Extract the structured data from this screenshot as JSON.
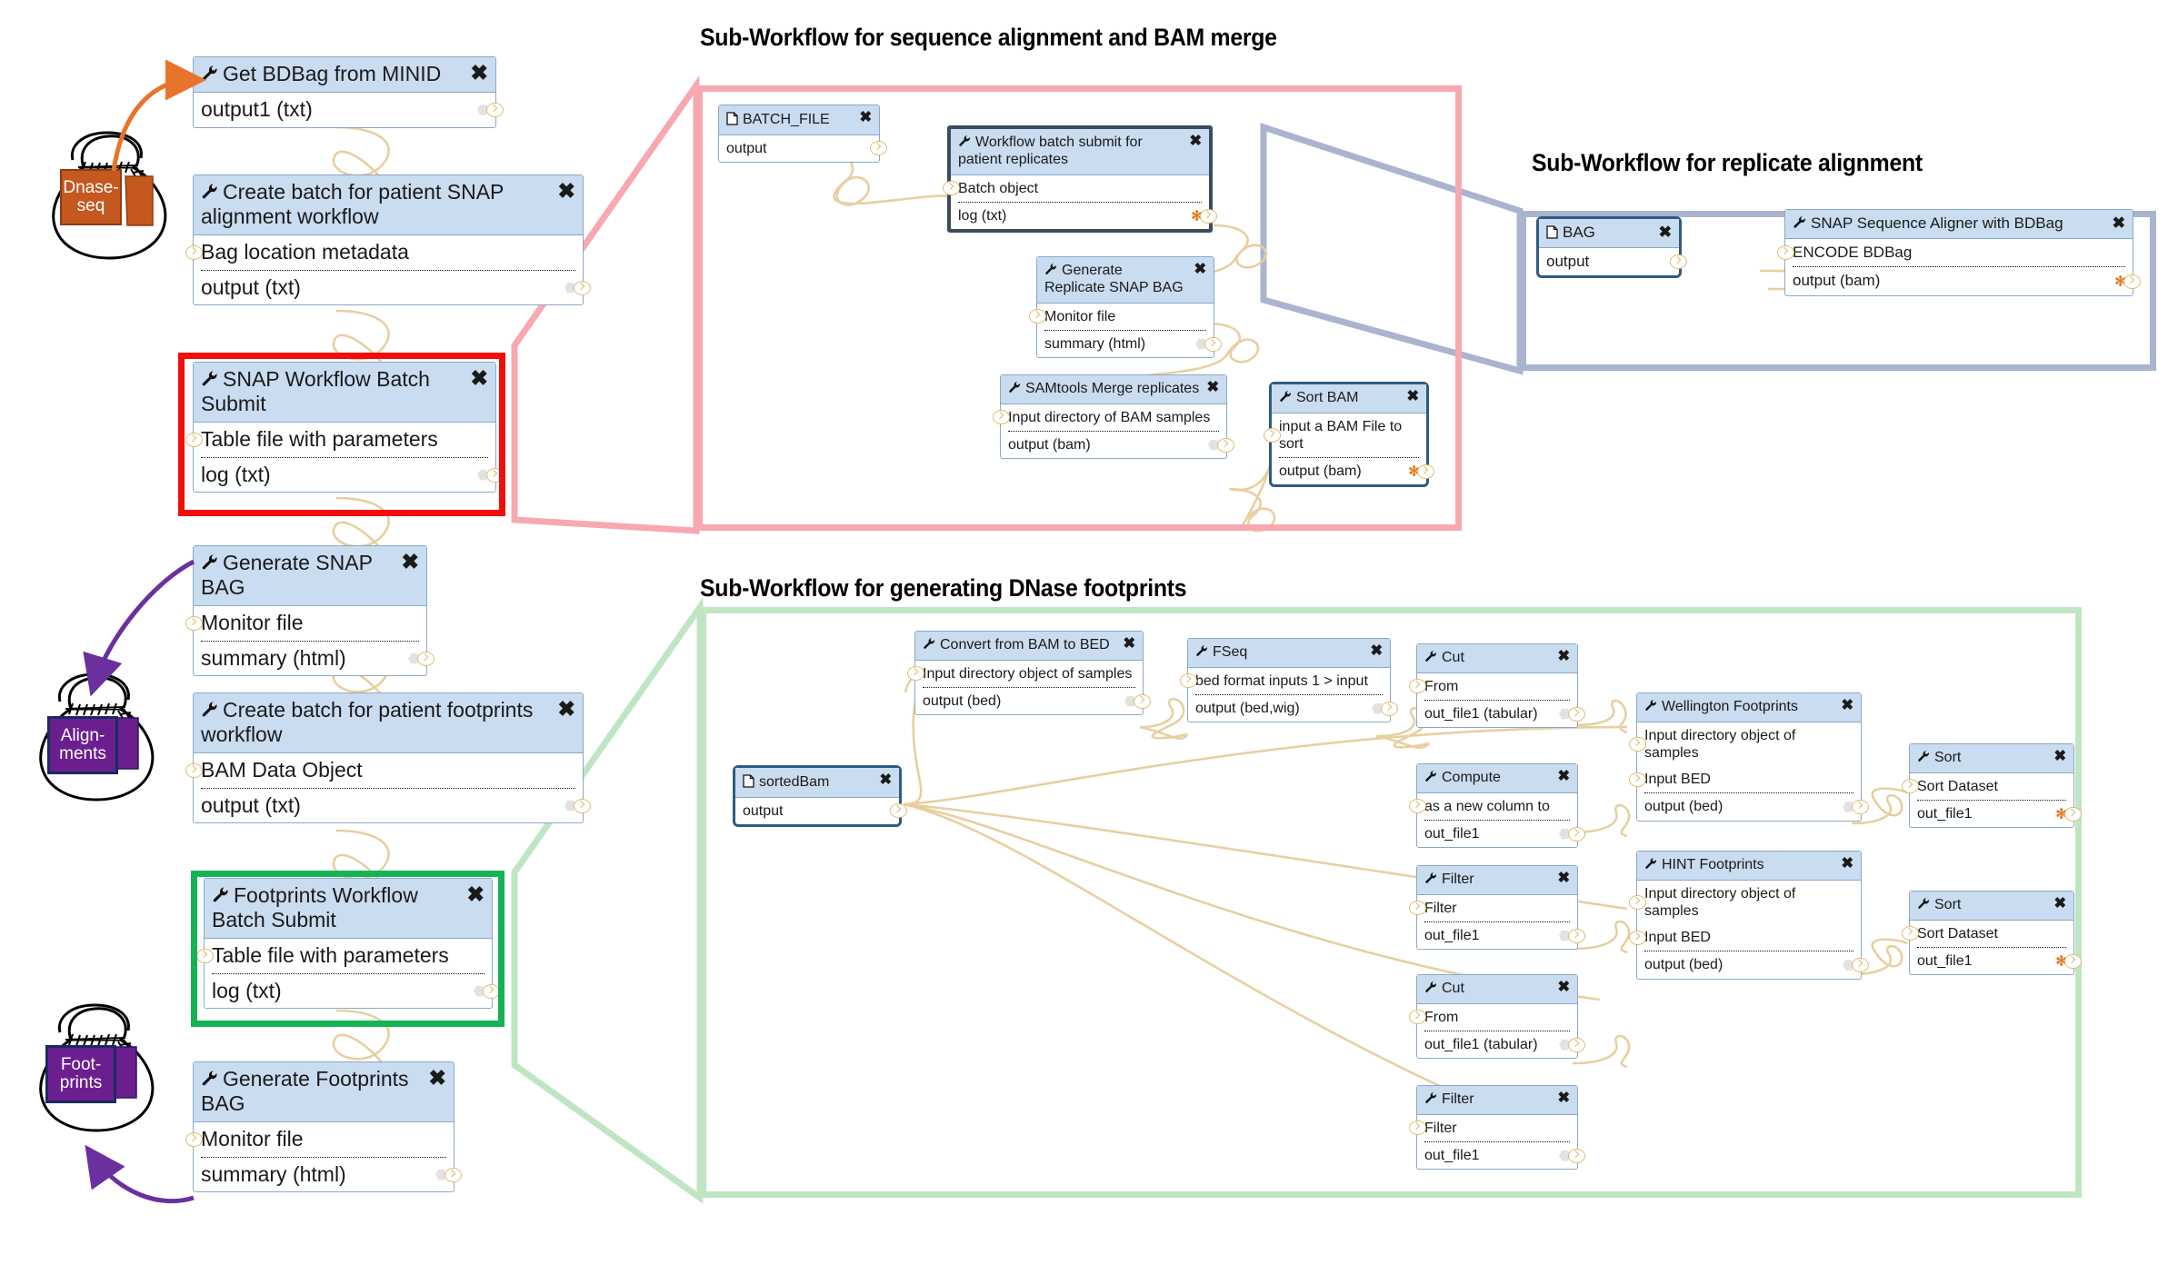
{
  "titles": {
    "alignment": "Sub-Workflow for sequence alignment and BAM merge",
    "replicate": "Sub-Workflow for replicate alignment",
    "footprints": "Sub-Workflow for generating DNase footprints"
  },
  "colors": {
    "frame_pink": "#f7a8b0",
    "frame_blue": "#aab4ce",
    "frame_green": "#bfe5c3",
    "node_header": "#c9dcf0",
    "node_border": "#8aa8c9",
    "highlight_red": "#f20d0d",
    "highlight_green": "#14b455",
    "wire": "#e8cfa0",
    "arrow_orange": "#e8732a",
    "arrow_purple": "#6b2f9e",
    "bag_tag_orange": "#c4581f",
    "bag_tag_purple": "#6b1f8f"
  },
  "icons": {
    "close": "✖",
    "wrench": "wrench-icon",
    "file": "file-icon",
    "asterisk": "✻"
  },
  "bags": [
    {
      "id": "dnase-seq",
      "label_lines": [
        "Dnase-",
        "seq"
      ],
      "tag_color": "#c4581f"
    },
    {
      "id": "alignments",
      "label_lines": [
        "Align-",
        "ments"
      ],
      "tag_color": "#6b1f8f"
    },
    {
      "id": "footprints",
      "label_lines": [
        "Foot-",
        "prints"
      ],
      "tag_color": "#6b1f8f"
    }
  ],
  "main_nodes": [
    {
      "id": "get-bdbag-from-minid",
      "title": "Get BDBag from MINID",
      "icon": "wrench",
      "rows": [
        {
          "label": "output1 (txt)",
          "output": true,
          "hex": true
        }
      ]
    },
    {
      "id": "create-batch-snap-alignment",
      "title": "Create batch for patient SNAP alignment workflow",
      "icon": "wrench",
      "rows": [
        {
          "label": "Bag location metadata",
          "input": true
        },
        {
          "label": "output (txt)",
          "output": true,
          "hex": true
        }
      ]
    },
    {
      "id": "snap-workflow-batch-submit",
      "title": "SNAP Workflow Batch Submit",
      "icon": "wrench",
      "highlight": "red",
      "rows": [
        {
          "label": "Table file with parameters",
          "input": true
        },
        {
          "label": "log (txt)",
          "output": true,
          "hex": true
        }
      ]
    },
    {
      "id": "generate-snap-bag",
      "title": "Generate SNAP BAG",
      "icon": "wrench",
      "rows": [
        {
          "label": "Monitor file",
          "input": true
        },
        {
          "label": "summary (html)",
          "output": true,
          "hex": true
        }
      ]
    },
    {
      "id": "create-batch-footprints",
      "title": "Create batch for patient footprints workflow",
      "icon": "wrench",
      "rows": [
        {
          "label": "BAM Data Object",
          "input": true
        },
        {
          "label": "output (txt)",
          "output": true,
          "hex": true
        }
      ]
    },
    {
      "id": "footprints-workflow-batch-submit",
      "title": "Footprints Workflow Batch Submit",
      "icon": "wrench",
      "highlight": "green",
      "rows": [
        {
          "label": "Table file with parameters",
          "input": true
        },
        {
          "label": "log (txt)",
          "output": true,
          "hex": true
        }
      ]
    },
    {
      "id": "generate-footprints-bag",
      "title": "Generate Footprints BAG",
      "icon": "wrench",
      "rows": [
        {
          "label": "Monitor file",
          "input": true
        },
        {
          "label": "summary (html)",
          "output": true,
          "hex": true
        }
      ]
    }
  ],
  "alignment_nodes": [
    {
      "id": "batch-file",
      "title": "BATCH_FILE",
      "icon": "file",
      "rows": [
        {
          "label": "output",
          "output": true
        }
      ]
    },
    {
      "id": "workflow-batch-submit-patient-replicates",
      "title": "Workflow batch submit for patient replicates",
      "icon": "wrench",
      "style": "darkhdr",
      "rows": [
        {
          "label": "Batch object",
          "input": true
        },
        {
          "label": "log (txt)",
          "output": true,
          "asterisk": true
        }
      ]
    },
    {
      "id": "generate-replicate-snap-bag",
      "title": "Generate Replicate SNAP BAG",
      "icon": "wrench",
      "rows": [
        {
          "label": "Monitor file",
          "input": true
        },
        {
          "label": "summary (html)",
          "output": true,
          "hex": true
        }
      ]
    },
    {
      "id": "samtools-merge-replicates",
      "title": "SAMtools Merge replicates",
      "icon": "wrench",
      "rows": [
        {
          "label": "Input directory of BAM samples",
          "input": true
        },
        {
          "label": "output (bam)",
          "output": true,
          "hex": true
        }
      ]
    },
    {
      "id": "sort-bam",
      "title": "Sort BAM",
      "icon": "wrench",
      "style": "thick",
      "rows": [
        {
          "label": "input a BAM File to sort",
          "input": true
        },
        {
          "label": "output (bam)",
          "output": true,
          "asterisk": true
        }
      ]
    }
  ],
  "replicate_nodes": [
    {
      "id": "bag",
      "title": "BAG",
      "icon": "file",
      "style": "thick",
      "rows": [
        {
          "label": "output",
          "output": true
        }
      ]
    },
    {
      "id": "snap-sequence-aligner-with-bdbag",
      "title": "SNAP Sequence Aligner with BDBag",
      "icon": "wrench",
      "rows": [
        {
          "label": "ENCODE BDBag",
          "input": true
        },
        {
          "label": "output (bam)",
          "output": true,
          "asterisk": true
        }
      ]
    }
  ],
  "footprint_nodes": [
    {
      "id": "sortedbam",
      "title": "sortedBam",
      "icon": "file",
      "style": "thick",
      "rows": [
        {
          "label": "output",
          "output": true
        }
      ]
    },
    {
      "id": "convert-from-bam-to-bed",
      "title": "Convert from BAM to BED",
      "icon": "wrench",
      "rows": [
        {
          "label": "Input directory object of samples",
          "input": true
        },
        {
          "label": "output (bed)",
          "output": true,
          "hex": true
        }
      ]
    },
    {
      "id": "fseq",
      "title": "FSeq",
      "icon": "wrench",
      "rows": [
        {
          "label": "bed format inputs 1 > input",
          "input": true
        },
        {
          "label": "output (bed,wig)",
          "output": true,
          "hex": true
        }
      ]
    },
    {
      "id": "cut-1",
      "title": "Cut",
      "icon": "wrench",
      "rows": [
        {
          "label": "From",
          "input": true
        },
        {
          "label": "out_file1 (tabular)",
          "output": true,
          "hex": true
        }
      ]
    },
    {
      "id": "compute",
      "title": "Compute",
      "icon": "wrench",
      "rows": [
        {
          "label": "as a new column to",
          "input": true
        },
        {
          "label": "out_file1",
          "output": true,
          "hex": true
        }
      ]
    },
    {
      "id": "filter-1",
      "title": "Filter",
      "icon": "wrench",
      "rows": [
        {
          "label": "Filter",
          "input": true
        },
        {
          "label": "out_file1",
          "output": true,
          "hex": true
        }
      ]
    },
    {
      "id": "cut-2",
      "title": "Cut",
      "icon": "wrench",
      "rows": [
        {
          "label": "From",
          "input": true
        },
        {
          "label": "out_file1 (tabular)",
          "output": true,
          "hex": true
        }
      ]
    },
    {
      "id": "filter-2",
      "title": "Filter",
      "icon": "wrench",
      "rows": [
        {
          "label": "Filter",
          "input": true
        },
        {
          "label": "out_file1",
          "output": true,
          "hex": true
        }
      ]
    },
    {
      "id": "wellington-footprints",
      "title": "Wellington Footprints",
      "icon": "wrench",
      "rows": [
        {
          "label": "Input directory object of samples",
          "input": true
        },
        {
          "label": "Input BED",
          "input": true
        },
        {
          "label": "output (bed)",
          "output": true,
          "hex": true
        }
      ]
    },
    {
      "id": "hint-footprints",
      "title": "HINT Footprints",
      "icon": "wrench",
      "rows": [
        {
          "label": "Input directory object of samples",
          "input": true
        },
        {
          "label": "Input BED",
          "input": true
        },
        {
          "label": "output (bed)",
          "output": true,
          "hex": true
        }
      ]
    },
    {
      "id": "sort-1",
      "title": "Sort",
      "icon": "wrench",
      "rows": [
        {
          "label": "Sort Dataset",
          "input": true
        },
        {
          "label": "out_file1",
          "output": true,
          "asterisk": true
        }
      ]
    },
    {
      "id": "sort-2",
      "title": "Sort",
      "icon": "wrench",
      "rows": [
        {
          "label": "Sort Dataset",
          "input": true
        },
        {
          "label": "out_file1",
          "output": true,
          "asterisk": true
        }
      ]
    }
  ]
}
